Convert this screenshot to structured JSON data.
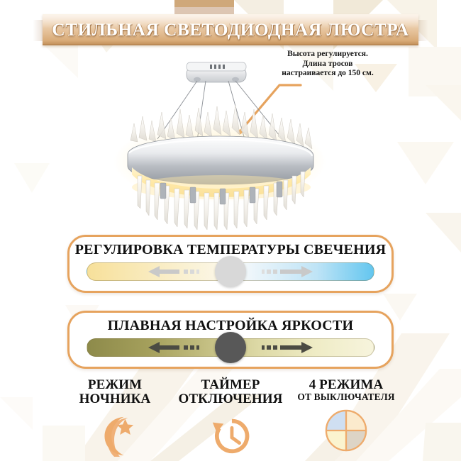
{
  "header": {
    "title": "СТИЛЬНАЯ СВЕТОДИОДНАЯ ЛЮСТРА",
    "bar_color": "#e3bd93",
    "text_color": "#ffffff"
  },
  "callout": {
    "line1": "Высота регулируется.",
    "line2": "Длина тросов",
    "line3": "настраивается до 150 см.",
    "leader_color": "#e6a35e"
  },
  "product": {
    "name": "oval-crystal-led-chandelier",
    "mount": "rectangular-ceiling-plate",
    "cable_count": 4
  },
  "panels": [
    {
      "id": "color-temperature",
      "title": "РЕГУЛИРОВКА ТЕМПЕРАТУРЫ СВЕЧЕНИЯ",
      "slider": {
        "name": "color-temperature-slider",
        "knob_color": "#d8d8d8",
        "gradient_from": "#f7e09a",
        "gradient_to": "#63c6ef",
        "knob_position_percent": 50
      }
    },
    {
      "id": "brightness",
      "title": "ПЛАВНАЯ НАСТРОЙКА ЯРКОСТИ",
      "slider": {
        "name": "brightness-slider",
        "knob_color": "#585858",
        "gradient_from": "#8d8a4a",
        "gradient_to": "#f7f4dd",
        "knob_position_percent": 50
      }
    }
  ],
  "features": [
    {
      "id": "night-mode",
      "line1": "РЕЖИМ",
      "line2": "НОЧНИКА",
      "icon": "moon-star-icon",
      "icon_color": "#eeab6c"
    },
    {
      "id": "shutdown-timer",
      "line1": "ТАЙМЕР",
      "line2": "ОТКЛЮЧЕНИЯ",
      "icon": "clock-timer-icon",
      "icon_color": "#eeab6c"
    },
    {
      "id": "four-modes",
      "line1": "4 РЕЖИМА",
      "line2": "ОТ ВЫКЛЮЧАТЕЛЯ",
      "icon": "four-quadrant-circle-icon",
      "icon_color": "#eeab6c",
      "quadrant_colors": [
        "#cfdff2",
        "#fbeacd",
        "#fbf4cf",
        "#ddd4c6"
      ]
    }
  ],
  "theme": {
    "panel_border": "#e6a35e",
    "background": "#ffffff",
    "pattern_color": "#f3ede2"
  }
}
